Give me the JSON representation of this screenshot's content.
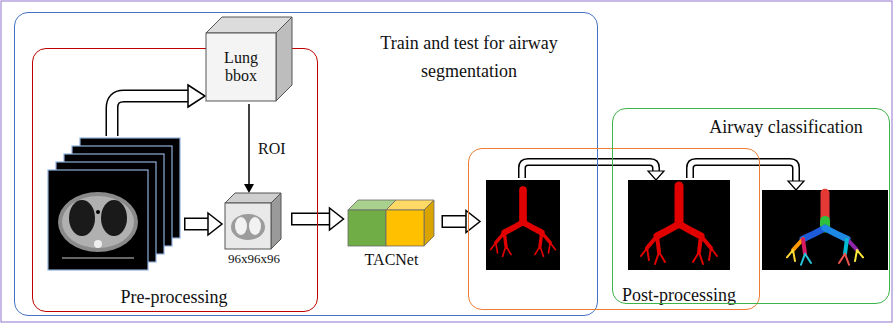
{
  "diagram": {
    "nodes": [
      {
        "text": [
          "Train and test for airway segmentation"
        ]
      },
      {
        "text": [
          "Pre-processing"
        ],
        "in": 0
      },
      {
        "text": [
          "Lung bbox"
        ],
        "in": 1
      },
      {
        "text": [
          "96x96x96"
        ],
        "in": 1
      },
      {
        "text": [
          "TACNet"
        ],
        "in": 0
      },
      {
        "text": [
          "Post-processing"
        ]
      },
      {
        "text": [
          "Airway classification"
        ]
      }
    ],
    "edges": [
      {
        "from": 2,
        "to": 3,
        "label": "ROI",
        "arrow": "to"
      },
      {
        "from": 3,
        "to": 4,
        "arrow": "to"
      },
      {
        "from": 4,
        "to": 5,
        "arrow": "to"
      }
    ]
  }
}
